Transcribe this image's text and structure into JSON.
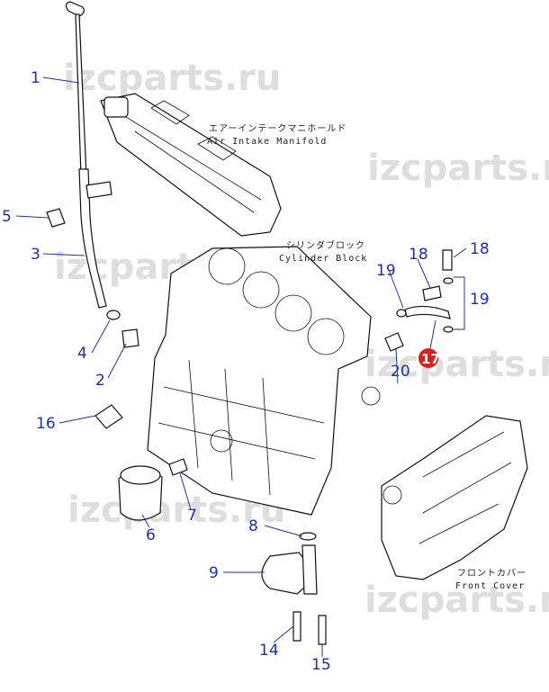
{
  "watermark": "izcparts.ru",
  "assemblies": {
    "air_intake_manifold": {
      "jp": "エアーインテークマニホールド",
      "en": "Air Intake Manifold"
    },
    "cylinder_block": {
      "jp": "シリンダブロック",
      "en": "Cylinder Block"
    },
    "front_cover": {
      "jp": "フロントカバー",
      "en": "Front Cover"
    }
  },
  "callouts": [
    "1",
    "2",
    "3",
    "4",
    "5",
    "6",
    "7",
    "8",
    "9",
    "14",
    "15",
    "16",
    "17",
    "18",
    "18",
    "19",
    "19",
    "20"
  ],
  "highlighted_callout": "17",
  "colors": {
    "callout": "#1f2fa8",
    "highlight": "#d9201a",
    "watermark": "#d4d4d4",
    "line": "#111111"
  }
}
